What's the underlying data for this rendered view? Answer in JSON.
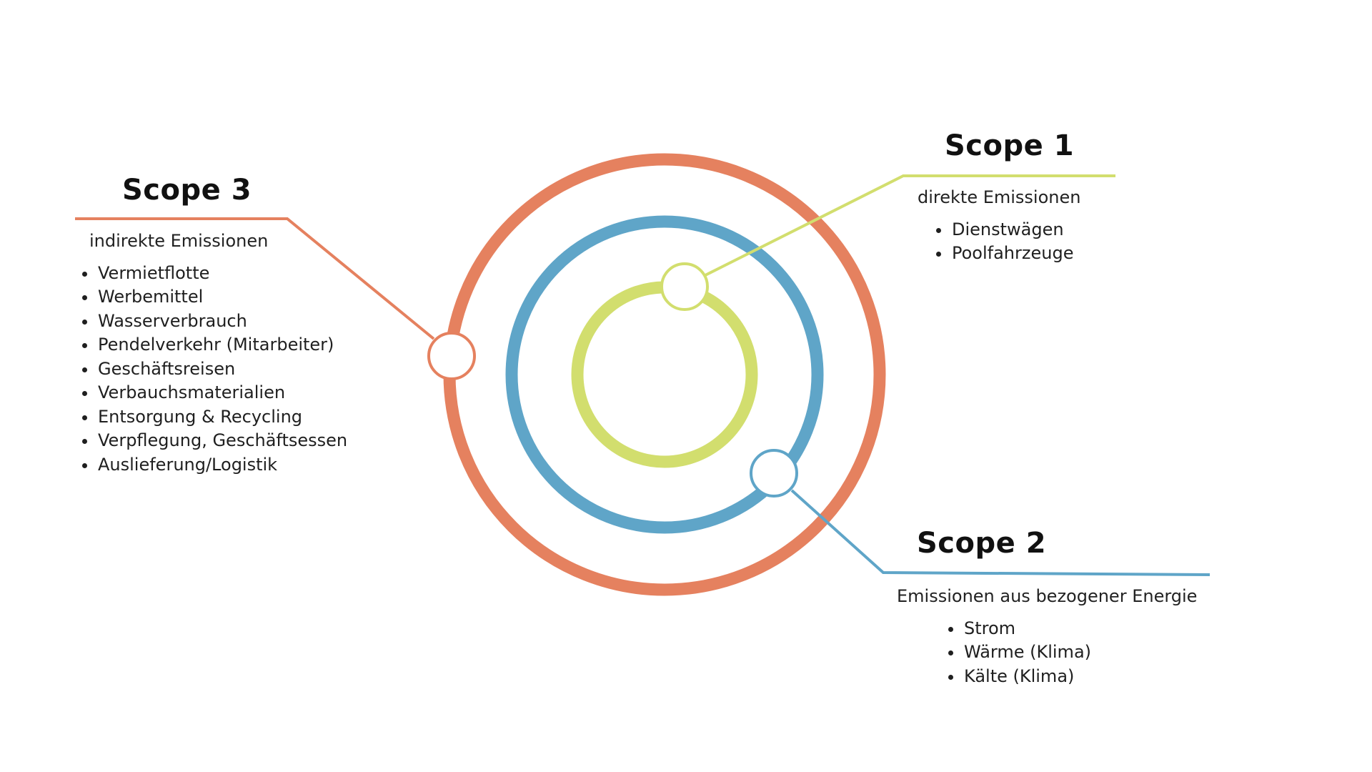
{
  "colors": {
    "scope1": "#d2de6e",
    "scope2": "#5fa5c8",
    "scope3": "#e5815f",
    "text": "#1f1f1f",
    "background": "#ffffff"
  },
  "scope1": {
    "title": "Scope 1",
    "subtitle": "direkte Emissionen",
    "items": [
      "Dienstwägen",
      "Poolfahrzeuge"
    ]
  },
  "scope2": {
    "title": "Scope 2",
    "subtitle": "Emissionen aus bezogener Energie",
    "items": [
      "Strom",
      "Wärme (Klima)",
      "Kälte (Klima)"
    ]
  },
  "scope3": {
    "title": "Scope 3",
    "subtitle": "indirekte Emissionen",
    "items": [
      "Vermietflotte",
      "Werbemittel",
      "Wasserverbrauch",
      "Pendelverkehr (Mitarbeiter)",
      "Geschäftsreisen",
      "Verbauchsmaterialien",
      "Entsorgung & Recycling",
      "Verpflegung, Geschäftsessen",
      "Auslieferung/Logistik"
    ]
  }
}
